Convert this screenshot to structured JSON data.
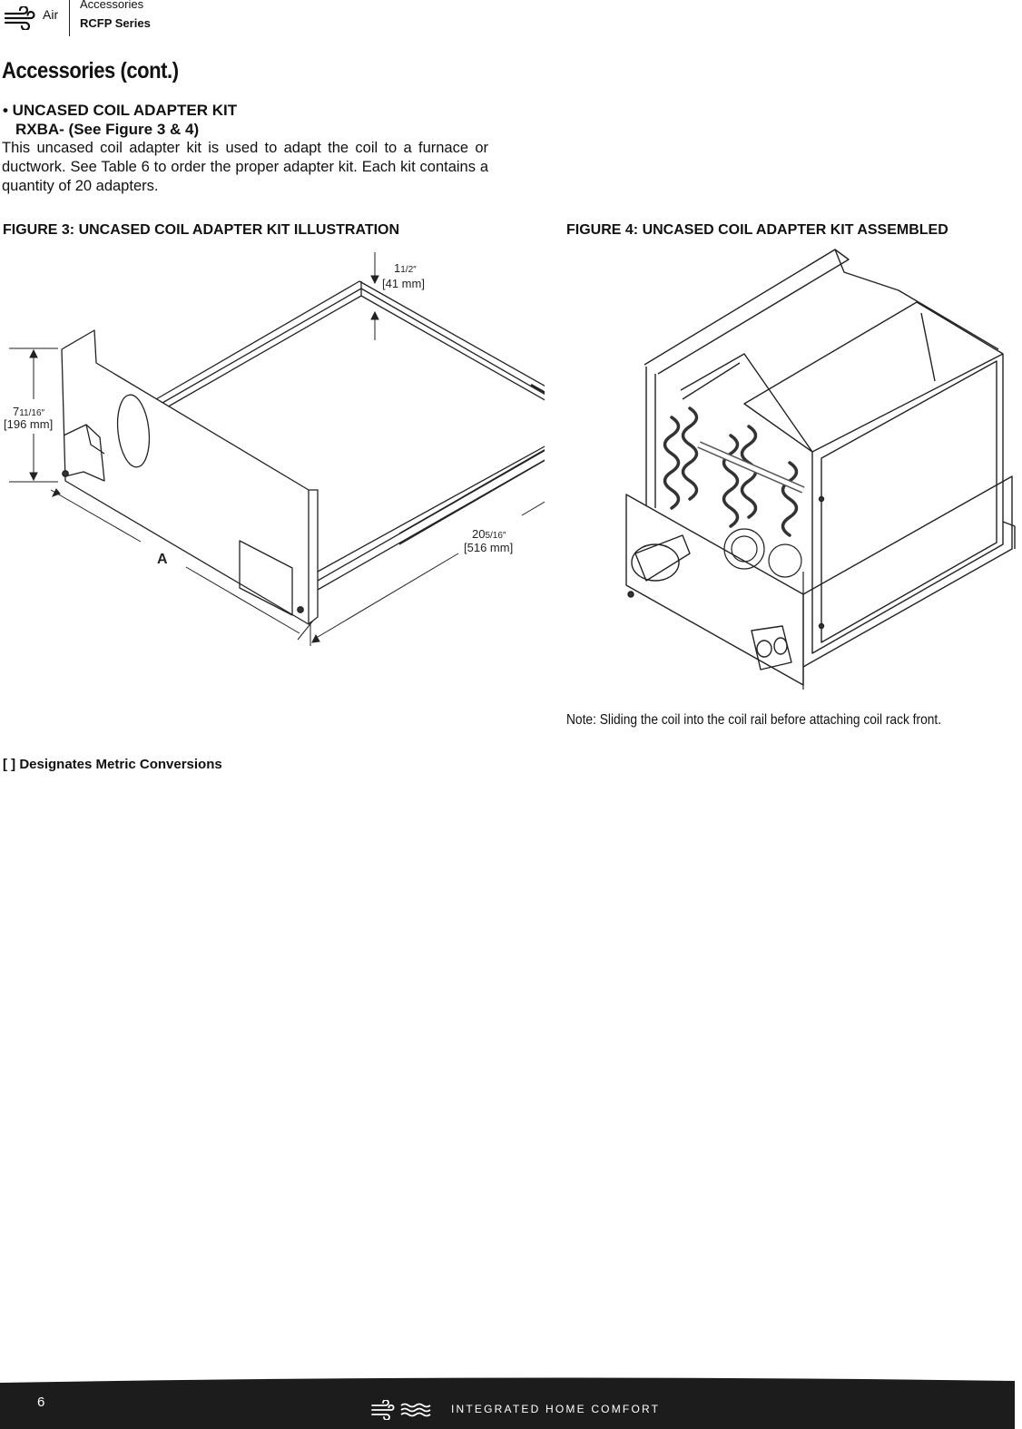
{
  "header": {
    "brand_label": "Air",
    "category": "Accessories",
    "series": "RCFP Series"
  },
  "page_title": "Accessories (cont.)",
  "section": {
    "title": "• UNCASED COIL ADAPTER KIT",
    "subtitle": "RXBA- (See Figure 3 & 4)",
    "body": "This uncased coil adapter kit is used to adapt the coil to a furnace or ductwork. See Table 6 to order the proper adapter kit. Each kit contains a quantity of 20 adapters."
  },
  "figure3": {
    "caption": "FIGURE 3: UNCASED COIL ADAPTER KIT ILLUSTRATION",
    "dim_top_whole": "1",
    "dim_top_frac": "1/2″",
    "dim_top_metric": "[41 mm]",
    "dim_left_whole": "7",
    "dim_left_frac": "11/16″",
    "dim_left_metric": "[196 mm]",
    "dim_right_whole": "20",
    "dim_right_frac": "5/16″",
    "dim_right_metric": "[516 mm]",
    "dim_a_label": "A"
  },
  "figure4": {
    "caption": "FIGURE 4: UNCASED COIL ADAPTER KIT ASSEMBLED",
    "note": "Note: Sliding the coil into the coil rail before attaching coil rack front."
  },
  "metric_note": "[    ] Designates Metric Conversions",
  "footer": {
    "page_number": "6",
    "tagline": "INTEGRATED HOME COMFORT"
  }
}
